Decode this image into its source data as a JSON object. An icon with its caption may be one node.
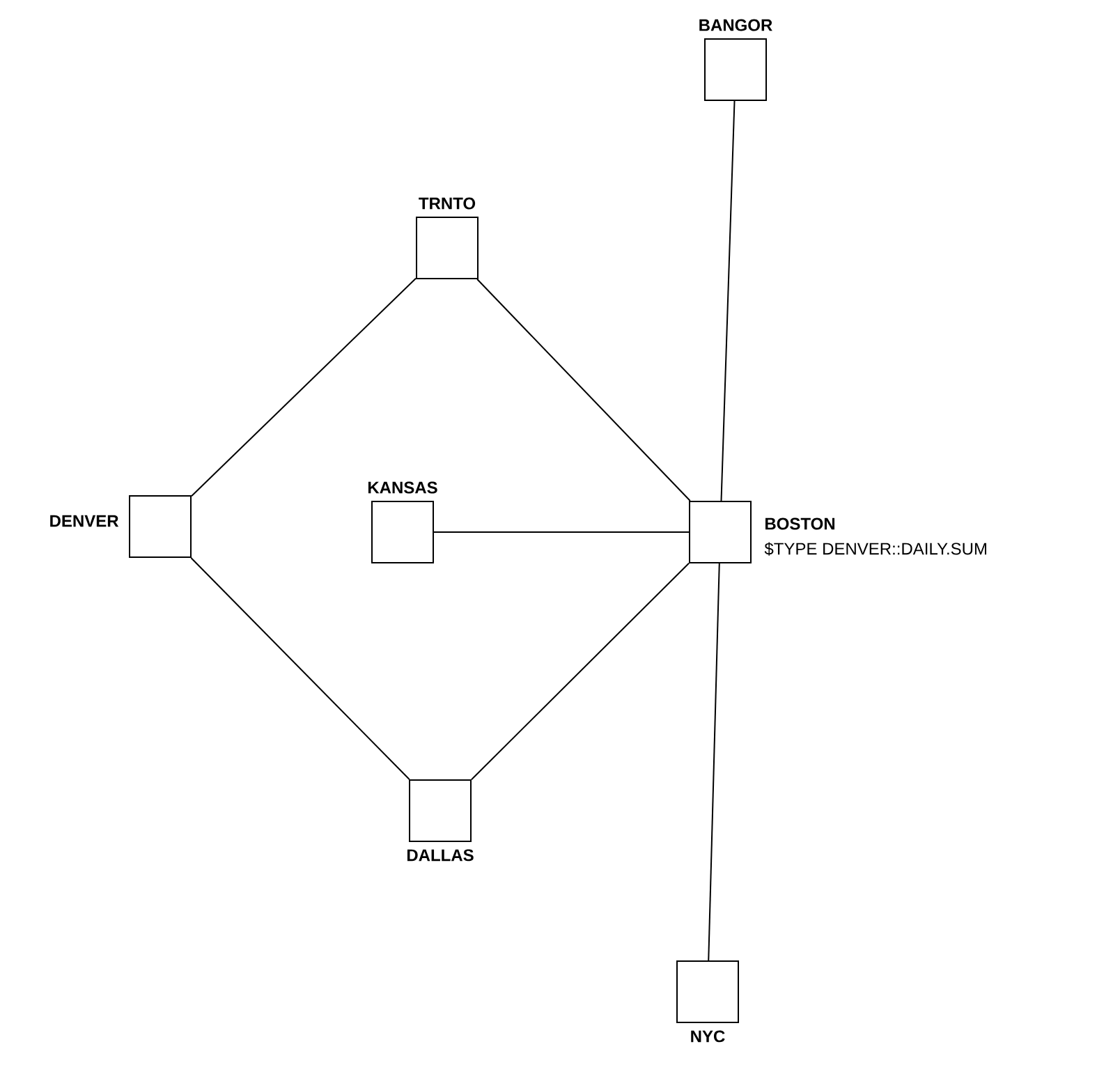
{
  "diagram": {
    "nodes": [
      {
        "text": [
          "BANGOR"
        ]
      },
      {
        "text": [
          "TRNTO"
        ]
      },
      {
        "text": [
          "DENVER"
        ]
      },
      {
        "text": [
          "KANSAS"
        ]
      },
      {
        "text": [
          "BOSTON"
        ],
        "beside": [
          "$TYPE DENVER::DAILY.SUM"
        ]
      },
      {
        "text": [
          "DALLAS"
        ]
      },
      {
        "text": [
          "NYC"
        ]
      }
    ],
    "edges": [
      {
        "from": 0,
        "to": 4,
        "arrow": "none"
      },
      {
        "from": 1,
        "to": 2,
        "arrow": "none"
      },
      {
        "from": 1,
        "to": 4,
        "arrow": "none"
      },
      {
        "from": 2,
        "to": 5,
        "arrow": "none"
      },
      {
        "from": 3,
        "to": 4,
        "arrow": "none"
      },
      {
        "from": 5,
        "to": 4,
        "arrow": "none"
      },
      {
        "from": 4,
        "to": 6,
        "arrow": "none"
      }
    ]
  }
}
